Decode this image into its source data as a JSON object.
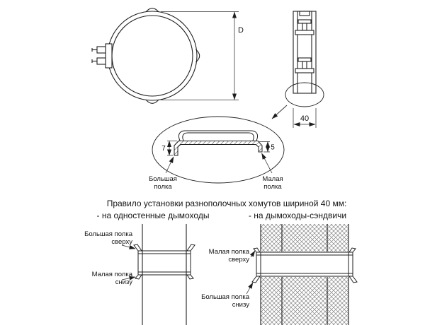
{
  "title": "Правило установки разнополочных хомутов шириной 40 мм:",
  "headers": {
    "single_wall": "- на одностенные дымоходы",
    "sandwich": "- на дымоходы-сэндвичи"
  },
  "dimensions": {
    "diameter": "D",
    "band_width": "40",
    "big_flange": "7",
    "small_flange": "5"
  },
  "detail": {
    "big_flange": {
      "line1": "Большая",
      "line2": "полка"
    },
    "small_flange": {
      "line1": "Малая",
      "line2": "полка"
    }
  },
  "single_wall": {
    "top_label": {
      "line1": "Большая полка",
      "line2": "сверху"
    },
    "bottom_label": {
      "line1": "Малая полка",
      "line2": "снизу"
    }
  },
  "sandwich": {
    "top_label": {
      "line1": "Малая полка",
      "line2": "сверху"
    },
    "bottom_label": {
      "line1": "Большая полка",
      "line2": "снизу"
    }
  },
  "colors": {
    "line": "#1e1e1e",
    "thin_line": "#2e2e2e",
    "background": "#ffffff"
  }
}
